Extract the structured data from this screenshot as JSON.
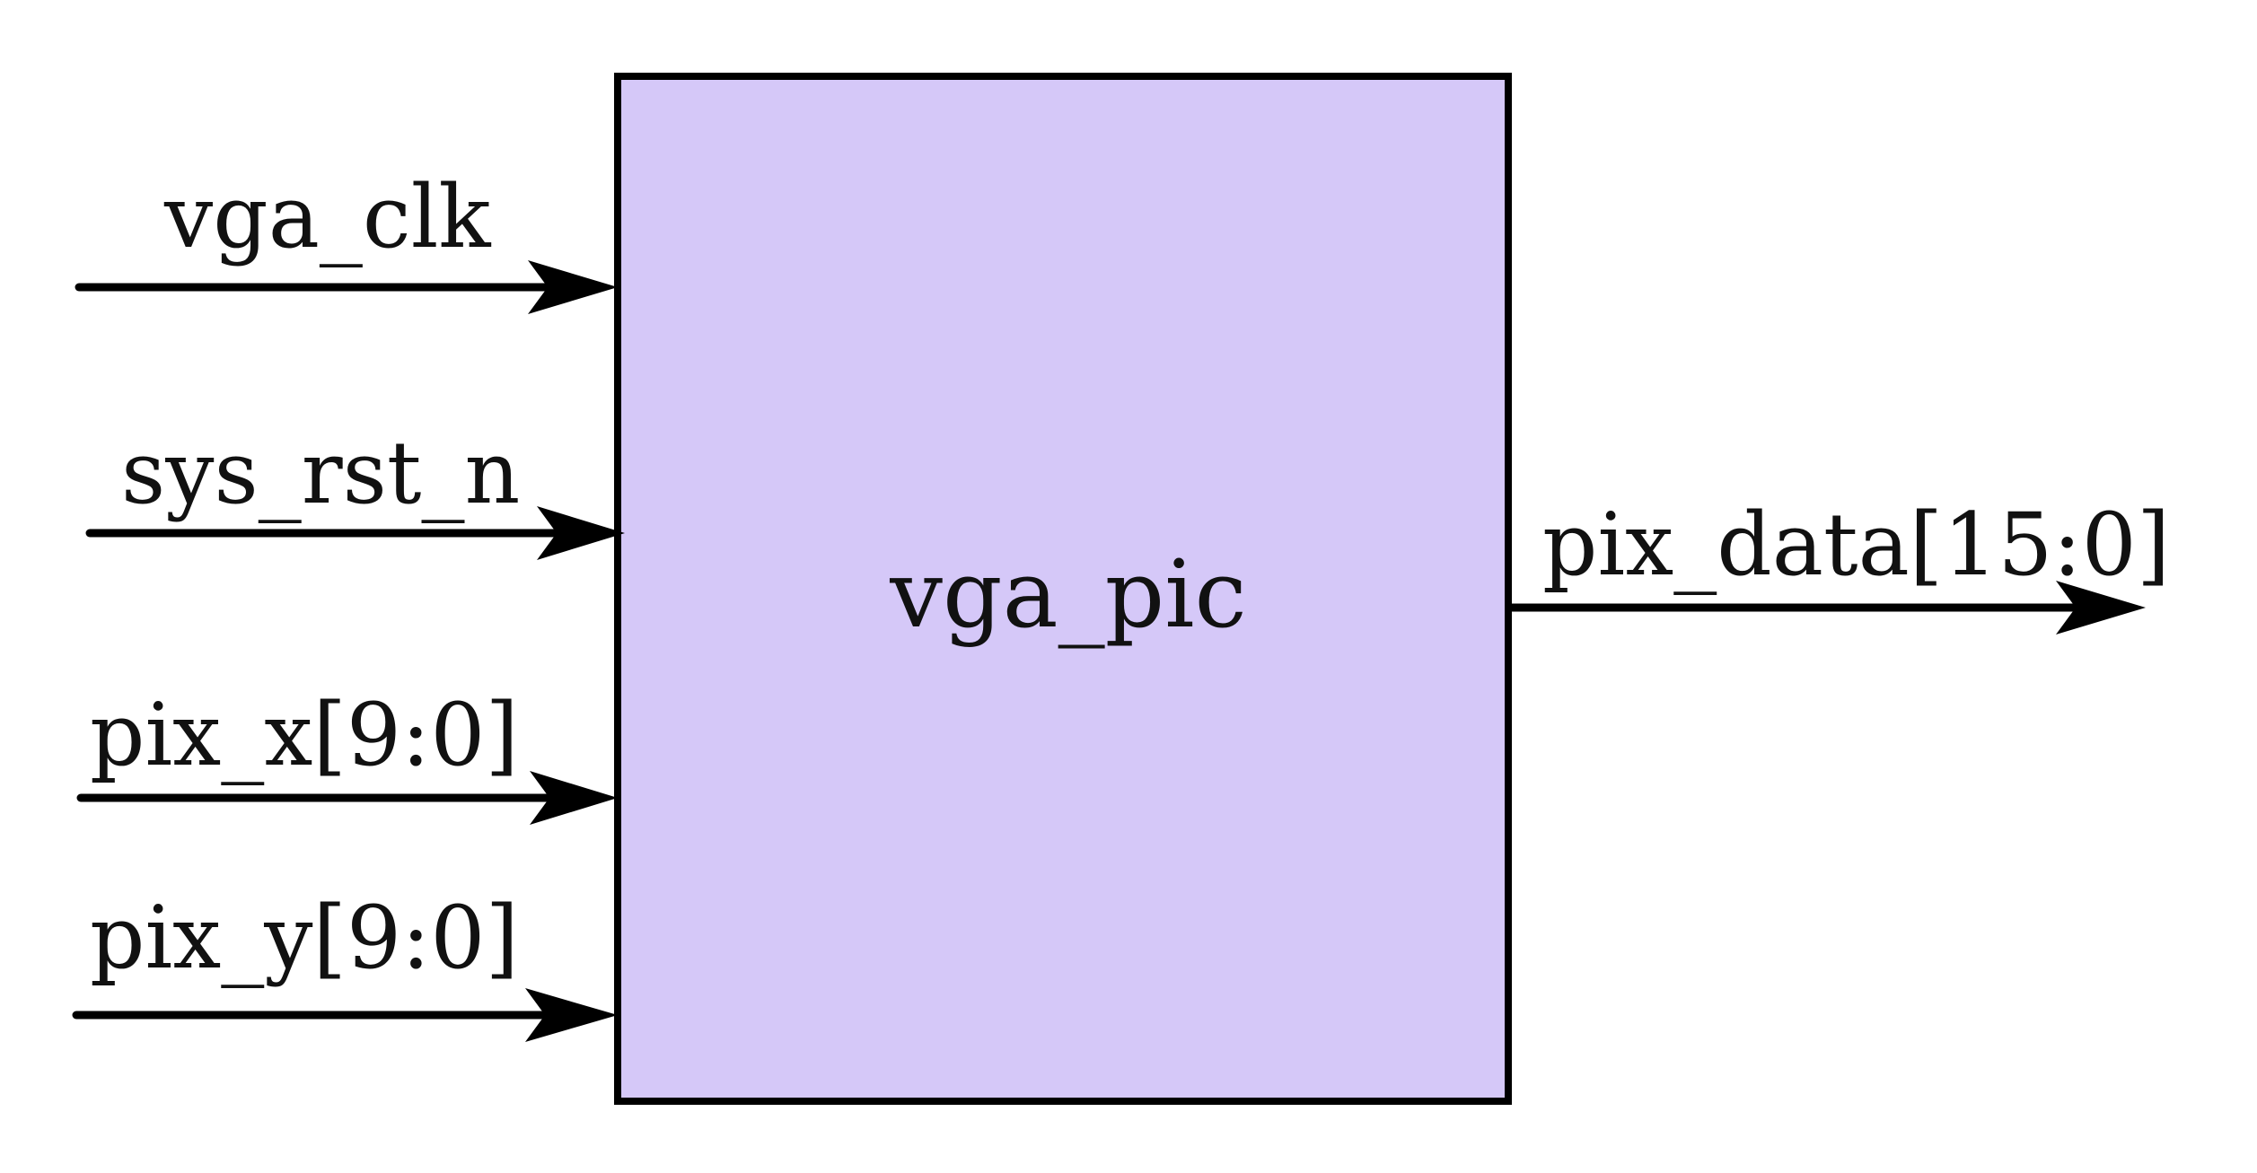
{
  "module": {
    "name": "vga_pic",
    "fill_color": "#d5c8f8",
    "border_color": "#000000"
  },
  "inputs": [
    {
      "id": "vga-clk",
      "label": "vga_clk"
    },
    {
      "id": "sys-rst-n",
      "label": "sys_rst_n"
    },
    {
      "id": "pix-x",
      "label": "pix_x[9:0]"
    },
    {
      "id": "pix-y",
      "label": "pix_y[9:0]"
    }
  ],
  "outputs": [
    {
      "id": "pix-data",
      "label": "pix_data[15:0]"
    }
  ]
}
